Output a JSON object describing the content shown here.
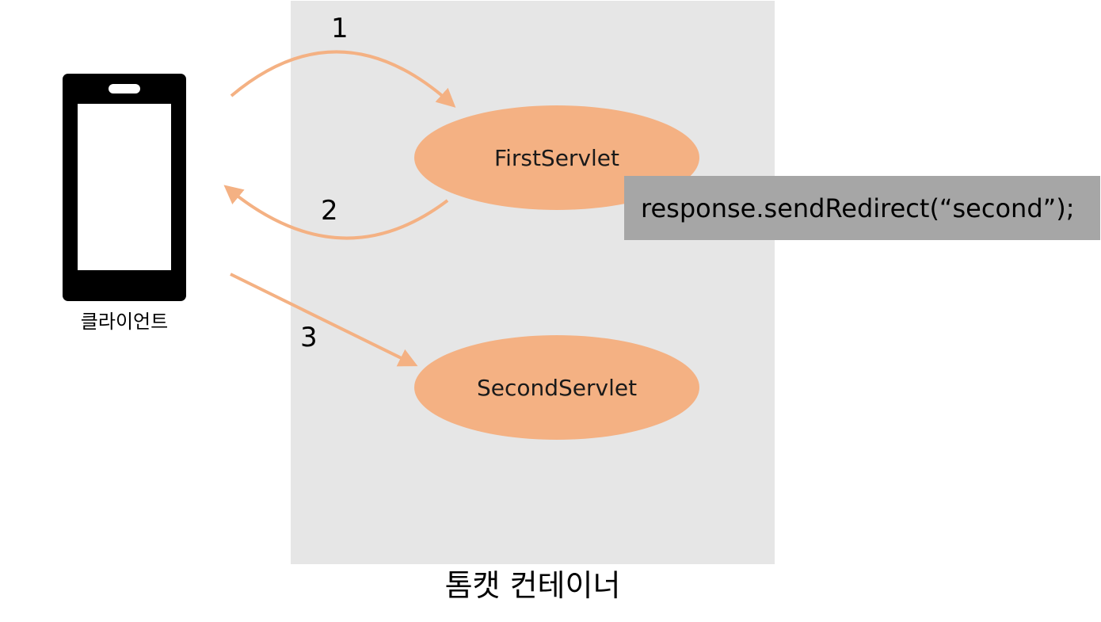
{
  "container": {
    "label": "톰캣 컨테이너"
  },
  "client": {
    "label": "클라이언트",
    "icon": "smartphone-icon"
  },
  "servlets": {
    "first": "FirstServlet",
    "second": "SecondServlet"
  },
  "code": {
    "redirect": "response.sendRedirect(“second”);"
  },
  "steps": {
    "one": "1",
    "two": "2",
    "three": "3"
  },
  "colors": {
    "container_bg": "#e6e6e6",
    "servlet_fill": "#f4b183",
    "arrow": "#f4b183",
    "code_bg": "#a6a6a6"
  }
}
